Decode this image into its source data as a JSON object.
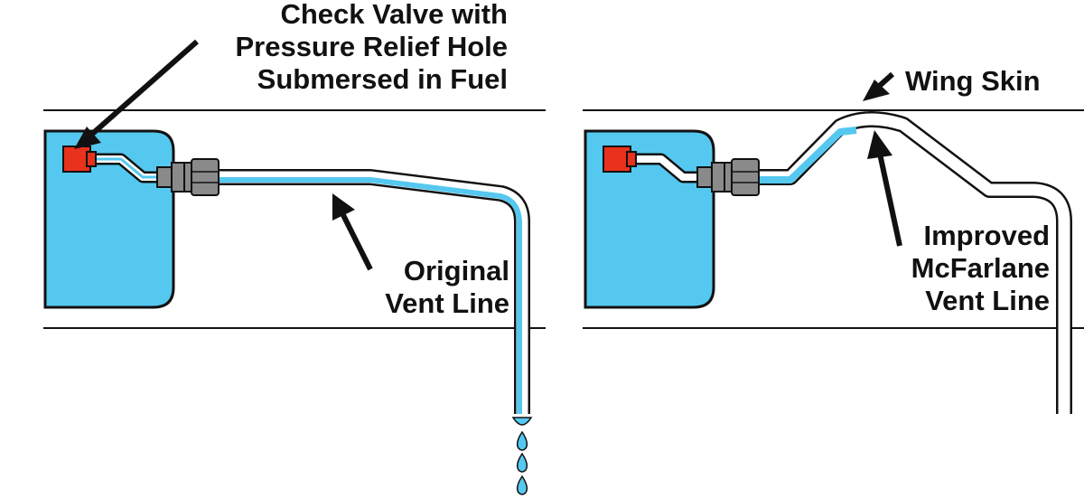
{
  "colors": {
    "fuel": "#55C8F0",
    "valve": "#E8321E",
    "fitting": "#8A8A8A",
    "outline": "#111111",
    "background": "#FFFFFF"
  },
  "left_panel": {
    "valve_label_lines": [
      "Check Valve with",
      "Pressure Relief Hole",
      "Submersed in Fuel"
    ],
    "line_label_lines": [
      "Original",
      "Vent Line"
    ]
  },
  "right_panel": {
    "skin_label": "Wing Skin",
    "line_label_lines": [
      "Improved",
      "McFarlane",
      "Vent Line"
    ]
  },
  "icons": [
    "check-valve-icon",
    "fitting-icon",
    "fuel-drop-icon",
    "arrow-icon"
  ]
}
